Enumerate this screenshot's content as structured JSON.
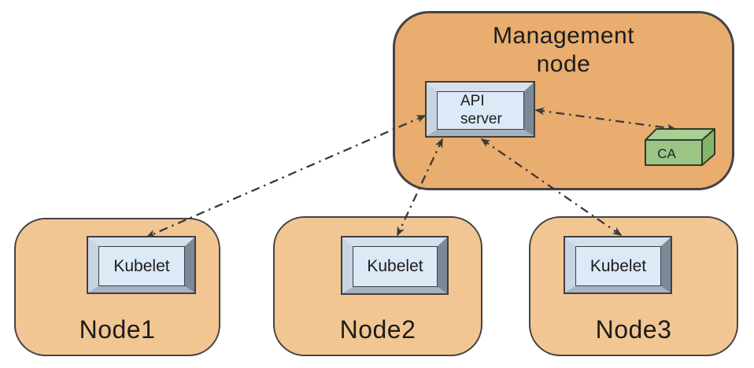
{
  "management_node": {
    "title": "Management node",
    "api_server_label": "API server",
    "ca_label": "CA"
  },
  "worker_nodes": [
    {
      "label": "Node1",
      "component_label": "Kubelet"
    },
    {
      "label": "Node2",
      "component_label": "Kubelet"
    },
    {
      "label": "Node3",
      "component_label": "Kubelet"
    }
  ],
  "edges": [
    {
      "from": "api-server",
      "to": "kubelet-node1",
      "style": "dash-dot",
      "bidirectional": true
    },
    {
      "from": "api-server",
      "to": "kubelet-node2",
      "style": "dash-dot",
      "bidirectional": true
    },
    {
      "from": "api-server",
      "to": "kubelet-node3",
      "style": "dash-dot",
      "bidirectional": true
    },
    {
      "from": "api-server",
      "to": "ca",
      "style": "dash-dot",
      "bidirectional": true
    }
  ],
  "colors": {
    "management_node_fill": "#e9ad6f",
    "worker_node_fill": "#f2c693",
    "component_face": "#dce9f6",
    "ca_front": "#9bc584",
    "ca_top": "#a8cf94",
    "ca_side": "#86b46c",
    "edge": "#3a3a3a",
    "outline": "#434343"
  }
}
